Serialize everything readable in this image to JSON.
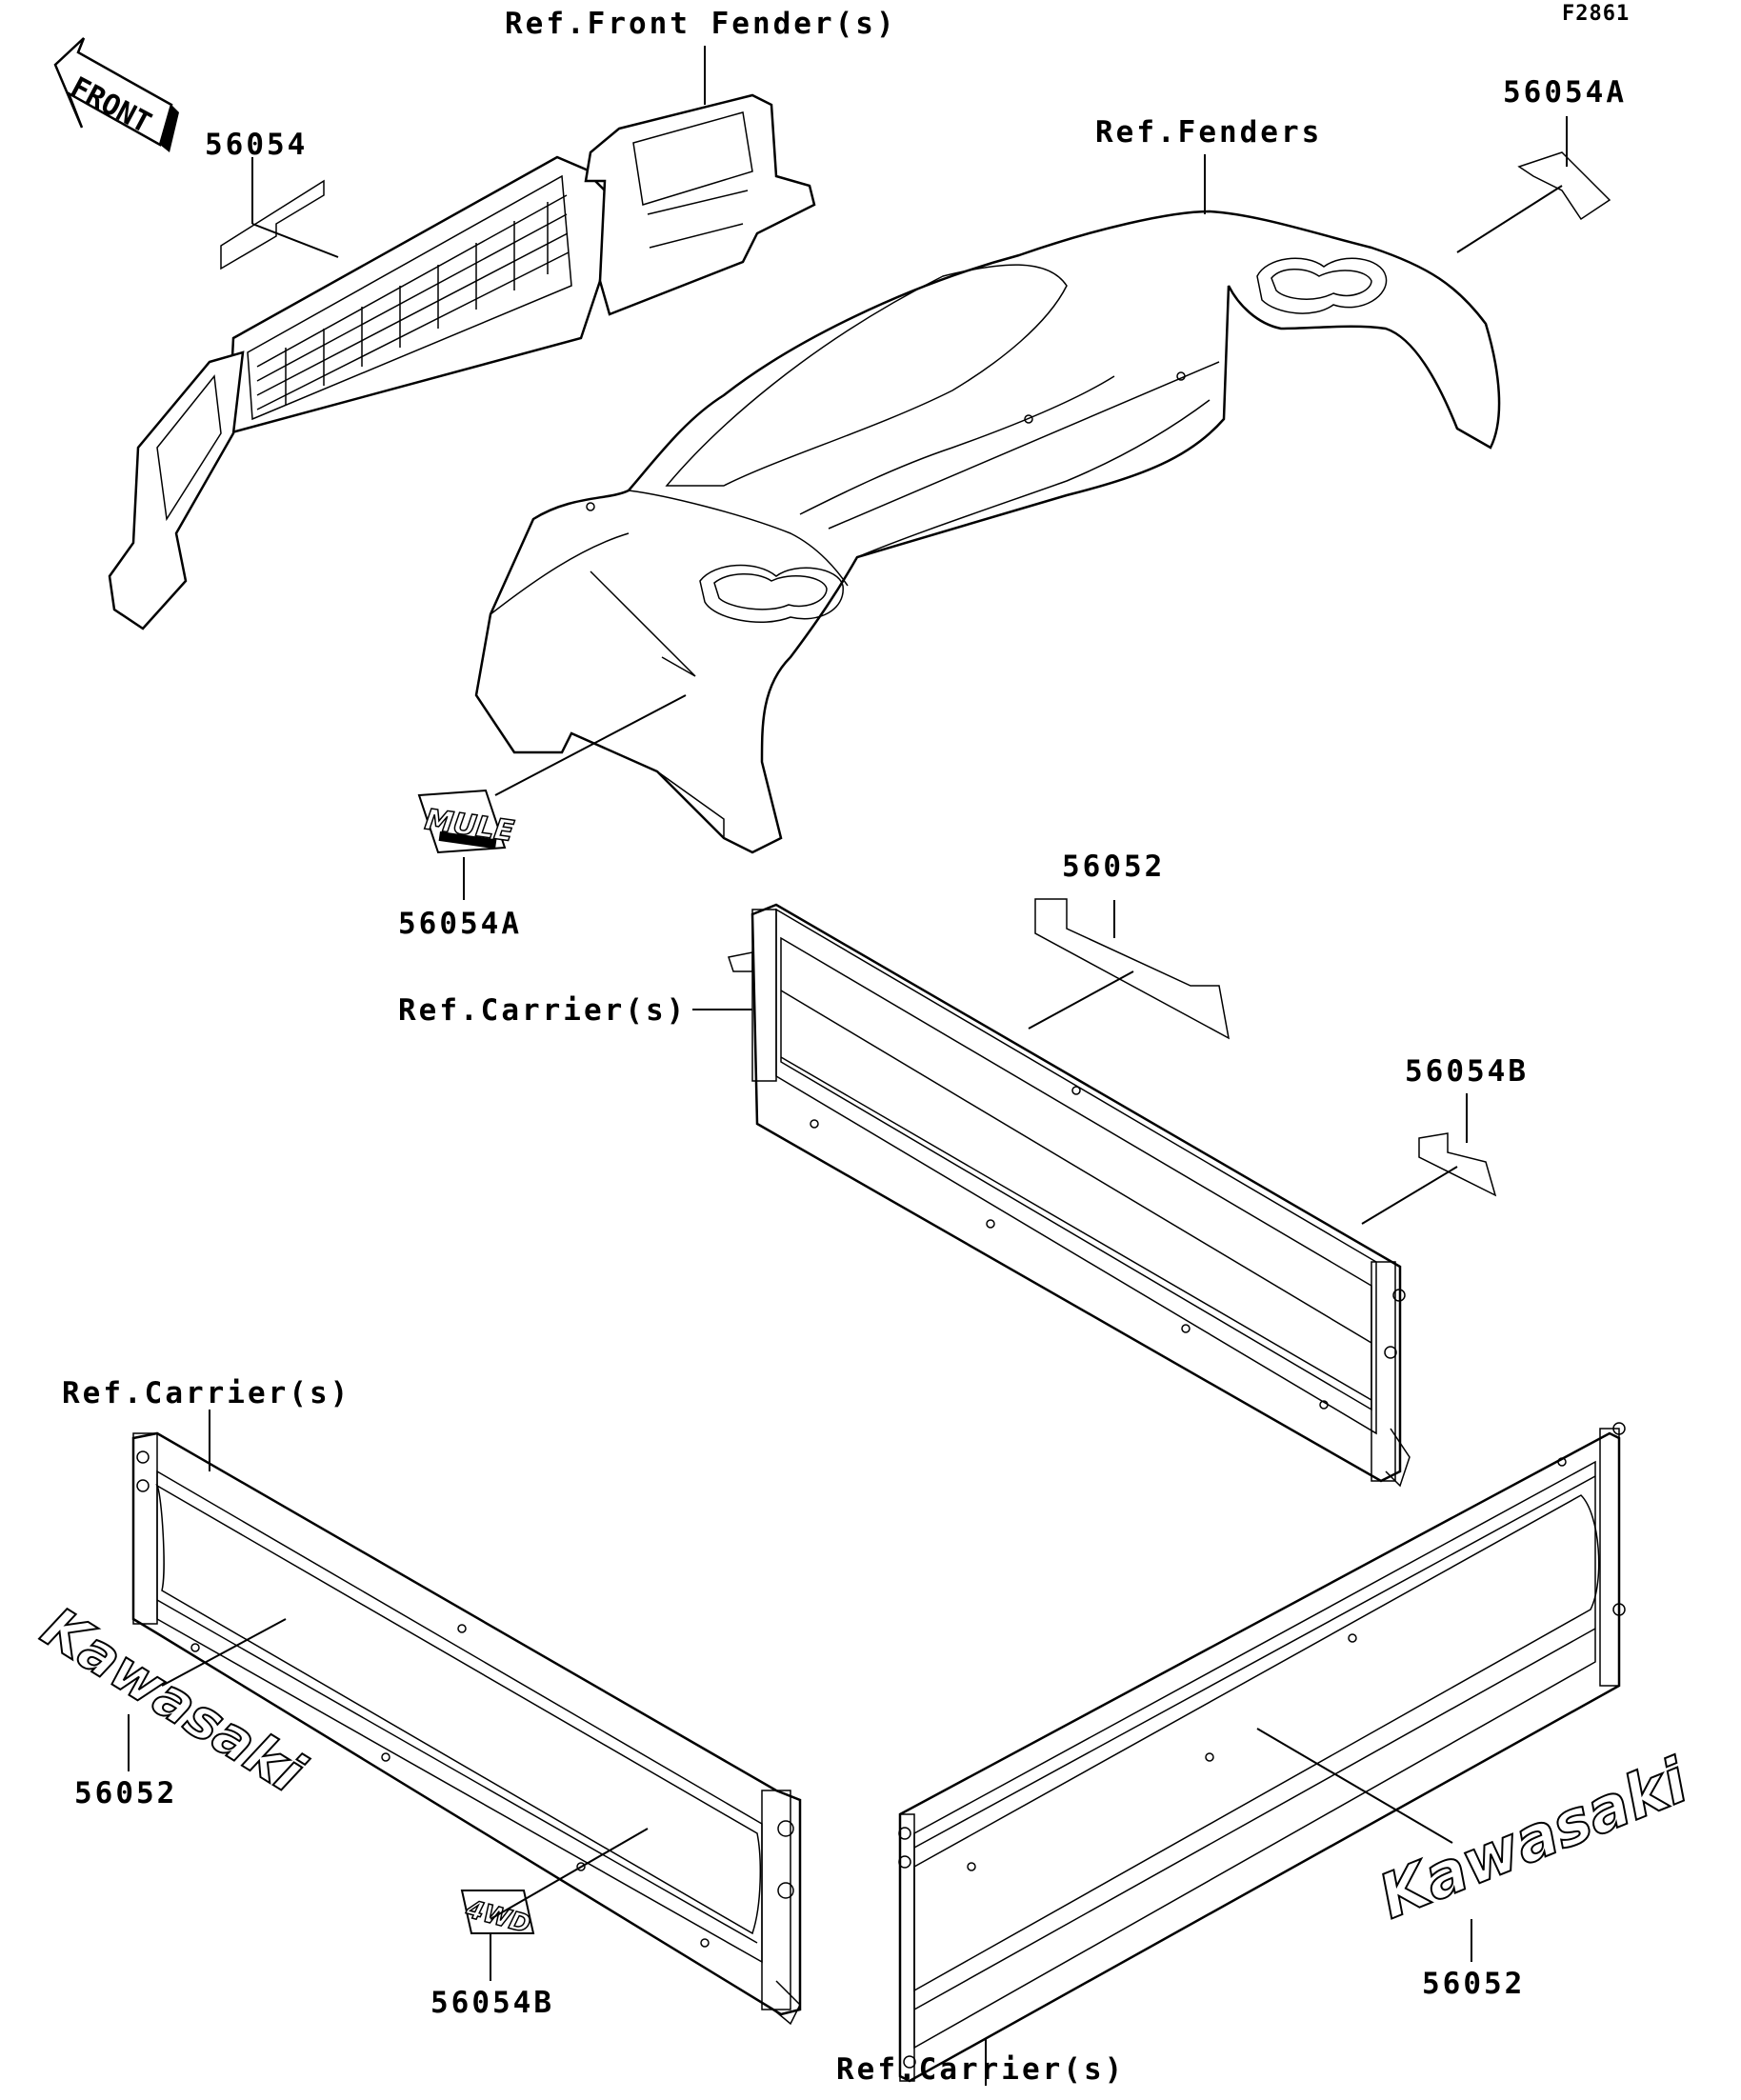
{
  "figure_code": "F2861",
  "front_arrow_text": "FRONT",
  "labels": {
    "ref_front_fender": "Ref.Front Fender(s)",
    "ref_fenders": "Ref.Fenders",
    "part_56054_top": "56054",
    "part_56054A_top": "56054A",
    "part_56054A_mid": "56054A",
    "part_56052_mid": "56052",
    "ref_carrier_mid": "Ref.Carrier(s)",
    "part_56054B_mid": "56054B",
    "ref_carrier_left": "Ref.Carrier(s)",
    "part_56052_left": "56052",
    "part_56054B_bottom": "56054B",
    "ref_carrier_bottom": "Ref.Carrier(s)",
    "part_56052_right": "56052"
  },
  "decals": {
    "mule_logo": "MULE",
    "kawasaki_left": "Kawasaki",
    "kawasaki_right": "Kawasaki",
    "fourwd_logo": "4WD"
  }
}
